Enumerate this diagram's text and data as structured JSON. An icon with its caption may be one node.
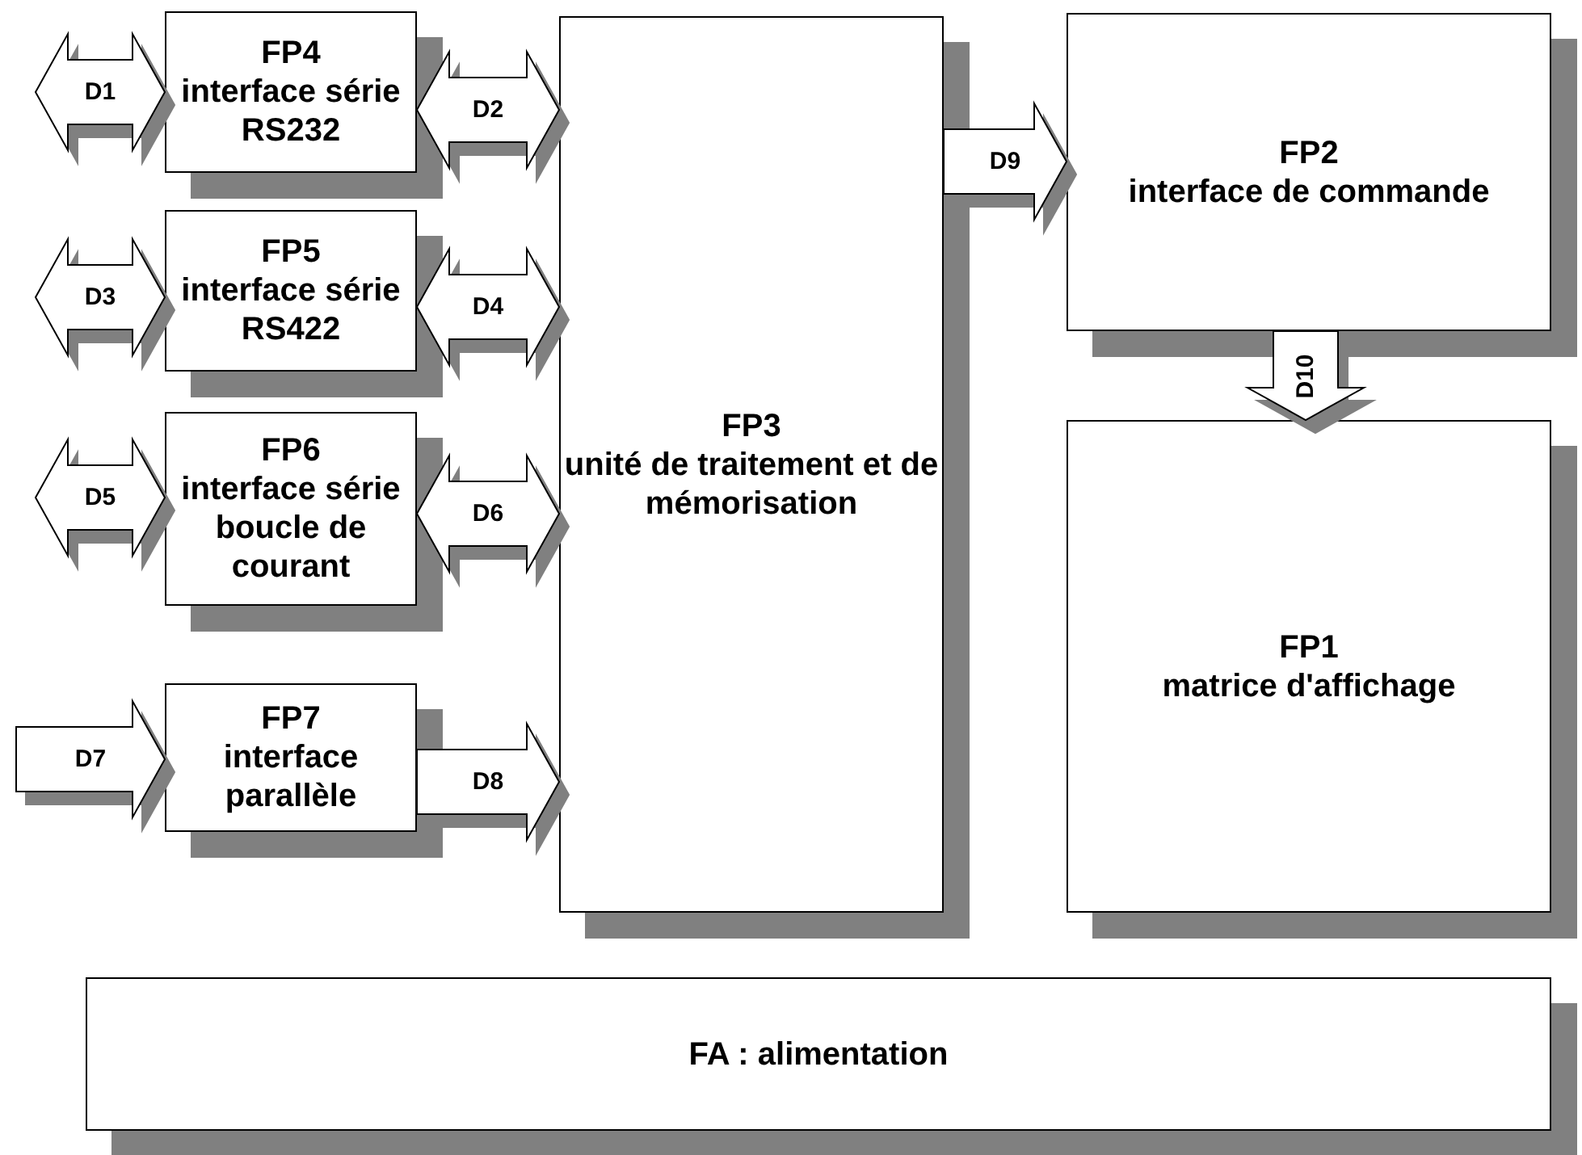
{
  "diagram": {
    "nodes": [
      {
        "text": [
          "FP4",
          "interface série RS232"
        ]
      },
      {
        "text": [
          "FP5",
          "interface série RS422"
        ]
      },
      {
        "text": [
          "FP6",
          "interface série boucle de courant"
        ]
      },
      {
        "text": [
          "FP7",
          "interface parallèle"
        ]
      },
      {
        "text": [
          "FP3",
          "unité de traitement et de mémorisation"
        ]
      },
      {
        "text": [
          "FP2",
          "interface de commande"
        ]
      },
      {
        "text": [
          "FP1",
          "matrice d'affichage"
        ]
      },
      {
        "text": [
          "FA : alimentation"
        ]
      }
    ],
    "edges": [
      {
        "from": null,
        "to": 0,
        "arrow": "both",
        "label": "D1"
      },
      {
        "from": 0,
        "to": 4,
        "arrow": "both",
        "label": "D2"
      },
      {
        "from": null,
        "to": 1,
        "arrow": "both",
        "label": "D3"
      },
      {
        "from": 1,
        "to": 4,
        "arrow": "both",
        "label": "D4"
      },
      {
        "from": null,
        "to": 2,
        "arrow": "both",
        "label": "D5"
      },
      {
        "from": 2,
        "to": 4,
        "arrow": "both",
        "label": "D6"
      },
      {
        "from": null,
        "to": 3,
        "arrow": "to",
        "label": "D7"
      },
      {
        "from": 3,
        "to": 4,
        "arrow": "to",
        "label": "D8"
      },
      {
        "from": 4,
        "to": 5,
        "arrow": "to",
        "label": "D9"
      },
      {
        "from": 5,
        "to": 6,
        "arrow": "to",
        "label": "D10"
      }
    ]
  }
}
